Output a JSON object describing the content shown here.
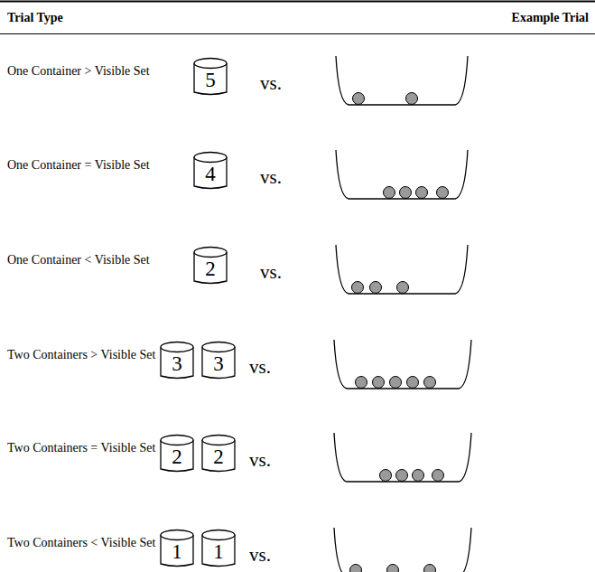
{
  "diagram": {
    "nodes": [
      {
        "text": [
          "5"
        ]
      },
      {
        "text": [
          "4"
        ]
      },
      {
        "text": [
          "2"
        ]
      },
      {
        "text": [
          "3"
        ]
      },
      {
        "text": [
          "3"
        ]
      },
      {
        "text": [
          "2"
        ]
      },
      {
        "text": [
          "2"
        ]
      },
      {
        "text": [
          "1"
        ]
      },
      {
        "text": [
          "1"
        ]
      }
    ],
    "labels": [
      "Trial Type",
      "Example Trial",
      "One Container > Visible Set",
      "vs.",
      "One Container = Visible Set",
      "vs.",
      "One Container < Visible Set",
      "vs.",
      "Two Containers > Visible Set",
      "vs.",
      "Two Containers = Visible Set",
      "vs.",
      "Two Containers < Visible Set",
      "vs."
    ]
  }
}
